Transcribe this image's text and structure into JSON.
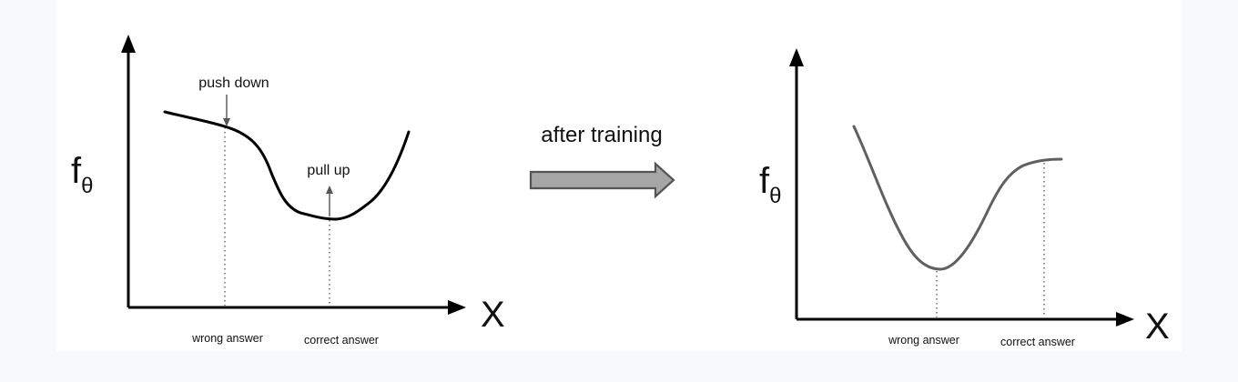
{
  "before": {
    "y_label": "f",
    "y_subscript": "θ",
    "x_label": "X",
    "annotation_push": "push down",
    "annotation_pull": "pull up",
    "tick_wrong": "wrong answer",
    "tick_correct": "correct answer"
  },
  "transition": {
    "label": "after training",
    "arrow_color": "#a6a6a6"
  },
  "after": {
    "y_label": "f",
    "y_subscript": "θ",
    "x_label": "X",
    "tick_wrong": "wrong answer",
    "tick_correct": "correct answer"
  },
  "colors": {
    "before_curve": "#000000",
    "after_curve": "#606060"
  }
}
